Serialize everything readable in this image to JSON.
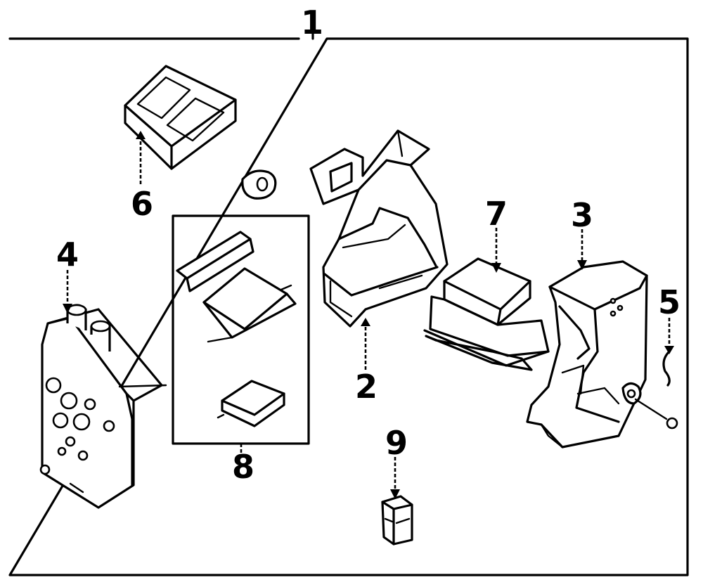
{
  "callouts": {
    "c1": "1",
    "c2": "2",
    "c3": "3",
    "c4": "4",
    "c5": "5",
    "c6": "6",
    "c7": "7",
    "c8": "8",
    "c9": "9"
  },
  "parts": [
    {
      "number": "1",
      "icon": "assembly-outline"
    },
    {
      "number": "2",
      "icon": "center-duct-housing"
    },
    {
      "number": "3",
      "icon": "right-side-housing"
    },
    {
      "number": "4",
      "icon": "left-housing-with-ports"
    },
    {
      "number": "5",
      "icon": "link-rod"
    },
    {
      "number": "6",
      "icon": "filter-frame"
    },
    {
      "number": "7",
      "icon": "heater-core"
    },
    {
      "number": "8",
      "icon": "door-kit"
    },
    {
      "number": "9",
      "icon": "actuator-block"
    }
  ],
  "colors": {
    "line": "#000000",
    "background": "#ffffff"
  }
}
